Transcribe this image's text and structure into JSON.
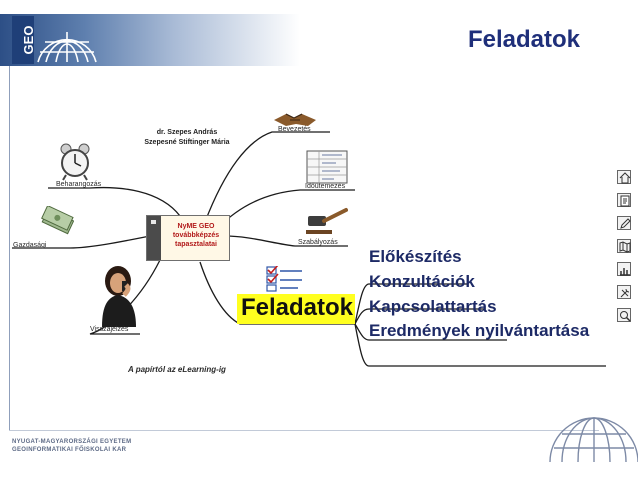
{
  "header": {
    "logo_text": "GEO",
    "title": "Feladatok"
  },
  "mindmap": {
    "authors": [
      "dr. Szepes András",
      "Szepesné Stiftinger Mária"
    ],
    "center": [
      "NyME GEO",
      "továbbképzés",
      "tapasztalatai"
    ],
    "branches": {
      "bevezetes": "Bevezetés",
      "idobeosztas": "Időütemezés",
      "szabalyozas": "Szabályozás",
      "beharangozas": "Beharangozás",
      "gazdasagi": "Gazdasági",
      "visszajelzes": "Visszajelzés"
    },
    "focus_label": "Feladatok",
    "tasks": [
      "Előkészítés",
      "Konzultációk",
      "Kapcsolattartás",
      "Eredmények nyilvántartása"
    ],
    "slogan": "A papírtól az eLearning-ig"
  },
  "footer": {
    "institution_line1": "NYUGAT-MAGYARORSZÁGI EGYETEM",
    "institution_line2": "GEOINFORMATIKAI FŐISKOLAI KAR"
  },
  "side_nav": [
    "home-icon",
    "document-icon",
    "edit-icon",
    "map-icon",
    "chart-icon",
    "tools-icon",
    "search-icon"
  ],
  "colors": {
    "title": "#1f2f7a",
    "highlight": "#ffff1f",
    "task_text": "#1d2a66",
    "center_text": "#b21a1a"
  }
}
